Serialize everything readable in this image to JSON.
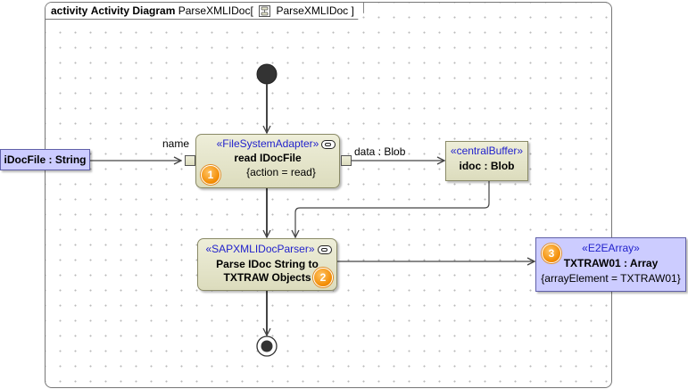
{
  "frame": {
    "kind": "activity",
    "title": "Activity Diagram",
    "name_prefix": "ParseXMLIDoc",
    "name_suffix": "ParseXMLIDoc",
    "bracket_open": "[",
    "bracket_close": "]"
  },
  "nodes": {
    "fs_adapter": {
      "stereotype": "«FileSystemAdapter»",
      "name": "read IDocFile",
      "constraint": "{action = read}",
      "badge": "1"
    },
    "central_buffer": {
      "stereotype": "«centralBuffer»",
      "name": "idoc : Blob"
    },
    "parser": {
      "stereotype": "«SAPXMLIDocParser»",
      "line1": "Parse IDoc String to",
      "line2": "TXTRAW Objects",
      "badge": "2"
    },
    "e2e_array": {
      "stereotype": "«E2EArray»",
      "name": "TXTRAW01 : Array",
      "constraint": "{arrayElement = TXTRAW01}",
      "badge": "3"
    },
    "idoc_file": {
      "name": "iDocFile : String"
    }
  },
  "pins": {
    "name_label": "name",
    "data_label": "data : Blob"
  },
  "colors": {
    "action_fill": "#e6e6cc",
    "action_border": "#8a8a67",
    "parameter_fill": "#ccccff",
    "stereotype_text": "#2222cc",
    "badge": "#f28a00",
    "flow": "#444444"
  }
}
